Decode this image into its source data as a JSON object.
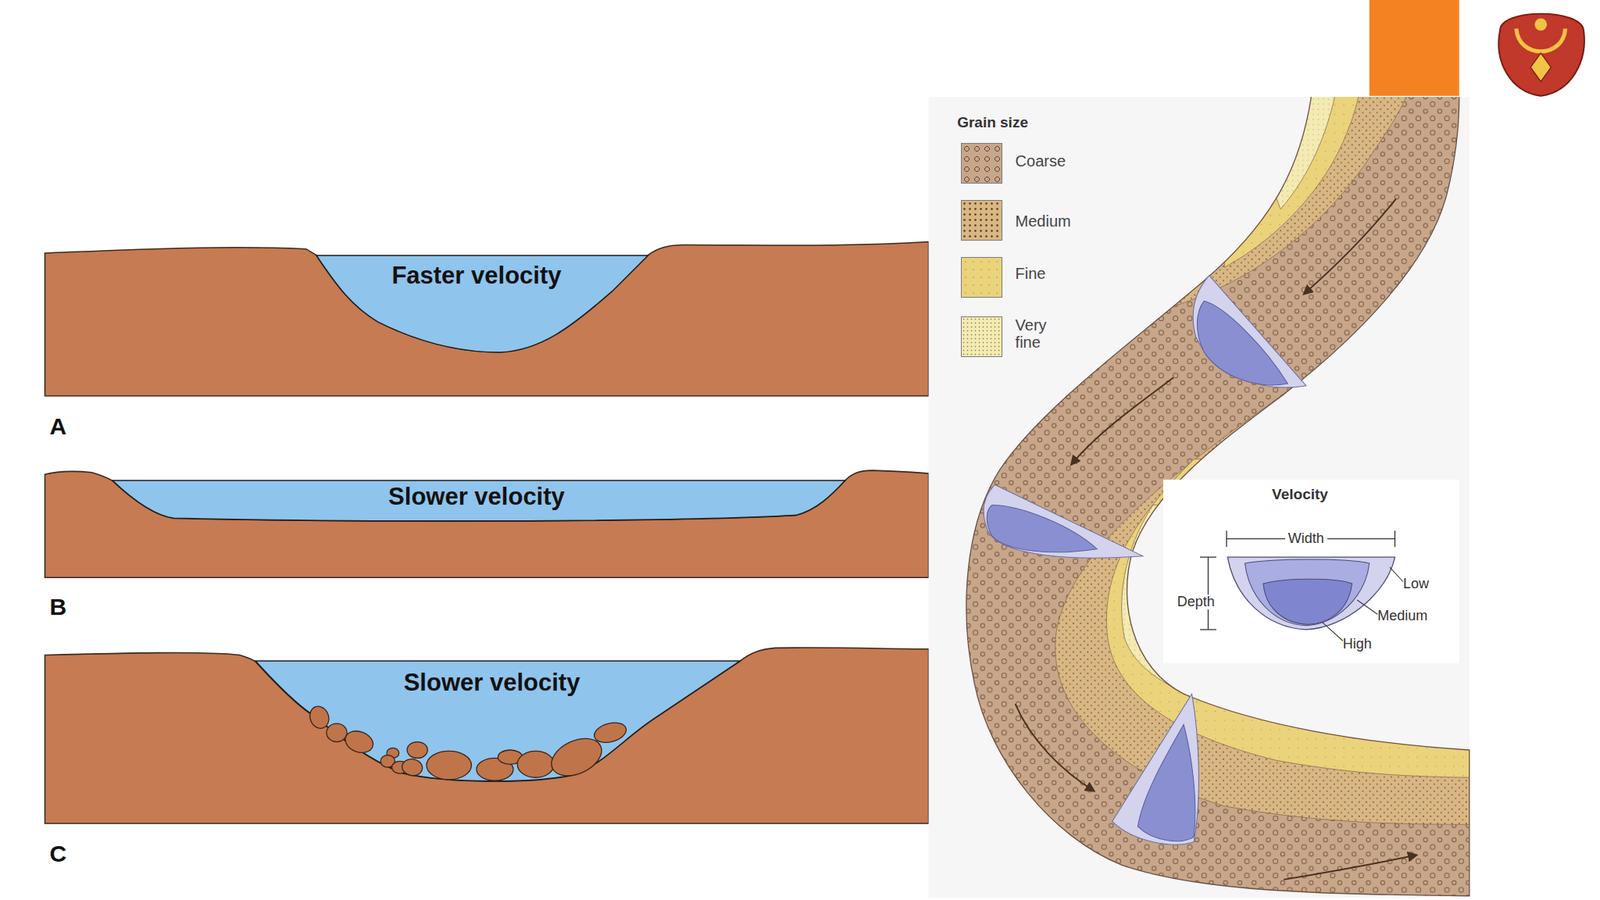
{
  "diagram": {
    "nodes": [
      {
        "text": [
          "Faster velocity"
        ]
      },
      {
        "text": [
          "Slower velocity"
        ]
      },
      {
        "text": [
          "Slower velocity"
        ]
      }
    ],
    "labels": [
      "A",
      "B",
      "C",
      "Grain size",
      "Velocity",
      "Width",
      "Depth",
      "Low",
      "Medium",
      "High"
    ],
    "legend": [
      {
        "text": "Coarse",
        "color": "#c8a68a"
      },
      {
        "text": "Medium",
        "color": "#d9b783"
      },
      {
        "text": "Fine",
        "color": "#ead37a"
      },
      {
        "text": "Very fine",
        "color": "#f3ebb2"
      }
    ]
  }
}
